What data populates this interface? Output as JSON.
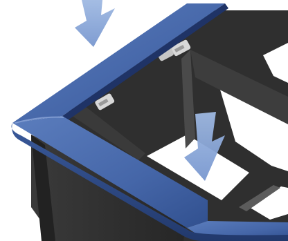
{
  "figure": {
    "subject": "frame-corner",
    "arrows": 2,
    "clips": 3
  },
  "colors": {
    "background": "#ffffff",
    "rail_top": "#4a6bab",
    "rail_edge": "#2d4a85",
    "frame_dark": "#2e2e2e",
    "frame_mid": "#454545",
    "crossbar": "#5a5a5a",
    "arrow": "#8aa9d8",
    "clip": "#d4d4d4"
  },
  "icons": [
    "down-arrow-icon",
    "down-arrow-icon"
  ]
}
